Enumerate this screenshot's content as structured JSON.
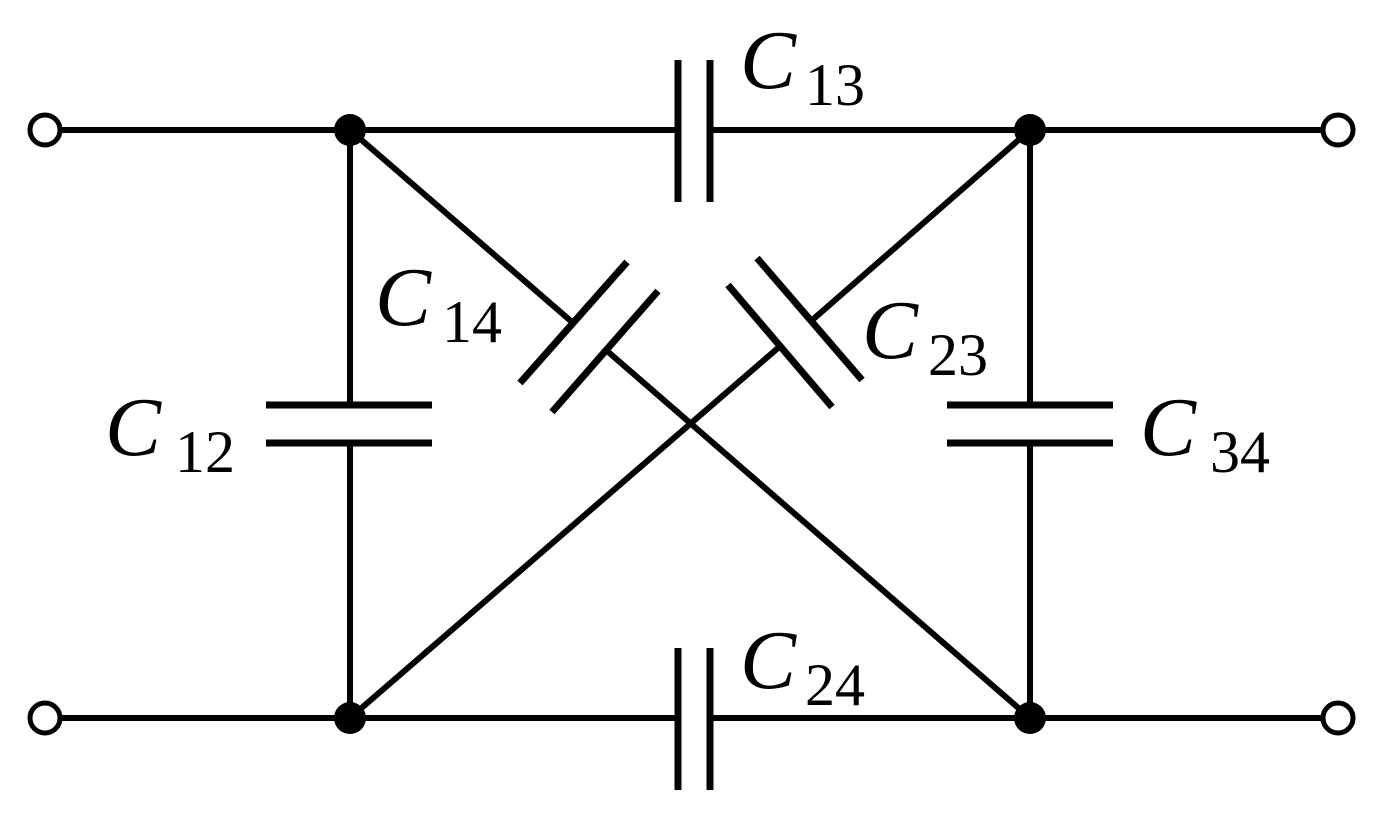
{
  "diagram": {
    "capacitors": [
      {
        "id": "c12",
        "letter": "C",
        "subscript": "12"
      },
      {
        "id": "c13",
        "letter": "C",
        "subscript": "13"
      },
      {
        "id": "c14",
        "letter": "C",
        "subscript": "14"
      },
      {
        "id": "c23",
        "letter": "C",
        "subscript": "23"
      },
      {
        "id": "c24",
        "letter": "C",
        "subscript": "24"
      },
      {
        "id": "c34",
        "letter": "C",
        "subscript": "34"
      }
    ],
    "colors": {
      "stroke": "#000000",
      "background": "#ffffff"
    }
  }
}
